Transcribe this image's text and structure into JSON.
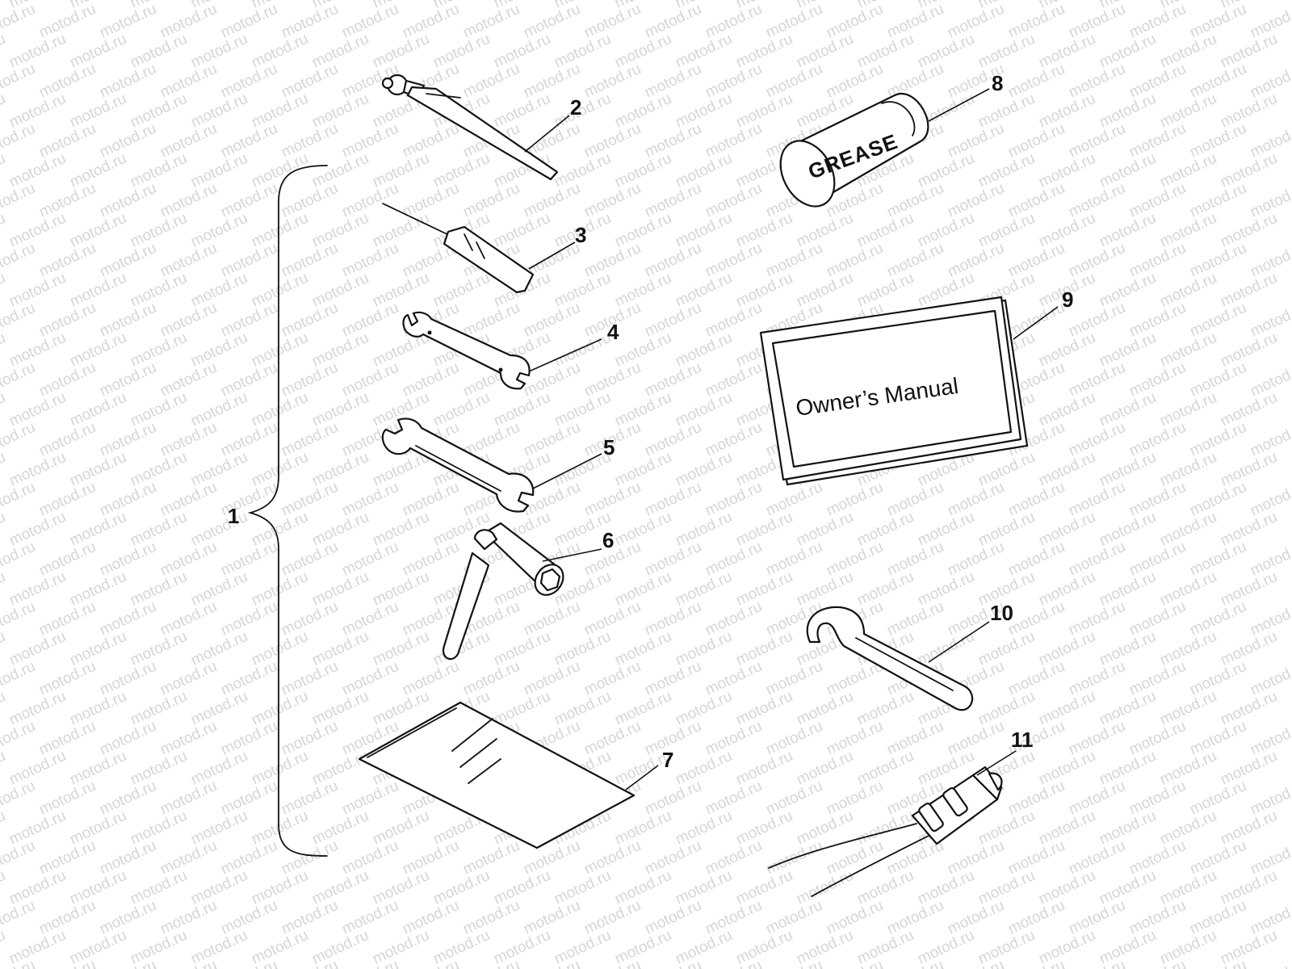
{
  "watermark": "motod.ru",
  "callouts": [
    {
      "id": "1",
      "text": "1"
    },
    {
      "id": "2",
      "text": "2"
    },
    {
      "id": "3",
      "text": "3"
    },
    {
      "id": "4",
      "text": "4"
    },
    {
      "id": "5",
      "text": "5"
    },
    {
      "id": "6",
      "text": "6"
    },
    {
      "id": "7",
      "text": "7"
    },
    {
      "id": "8",
      "text": "8"
    },
    {
      "id": "9",
      "text": "9"
    },
    {
      "id": "10",
      "text": "10"
    },
    {
      "id": "11",
      "text": "11"
    }
  ],
  "grease_label": "GREASE",
  "manual_label": "Owner’s Manual",
  "colors": {
    "ink": "#111111",
    "watermark": "#d6d6d6",
    "background": "#ffffff"
  }
}
